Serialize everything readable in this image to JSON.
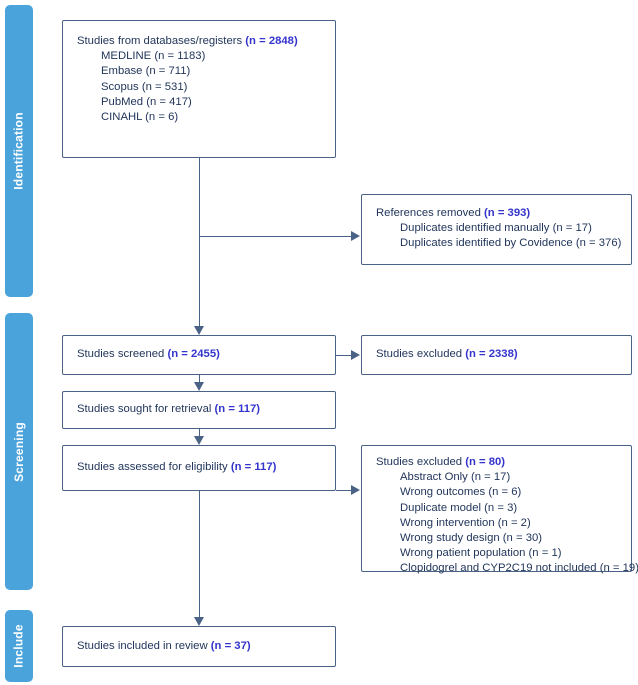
{
  "diagram": {
    "title": "PRISMA flow diagram",
    "colors": {
      "phase_bar": "#4BA3DB",
      "box_border": "#4A6285",
      "body_text": "#22365B",
      "count_accent": "#3434CC",
      "background": "#FFFFFF"
    }
  },
  "phases": [
    {
      "id": "identification",
      "label": "Identification"
    },
    {
      "id": "screening",
      "label": "Screening"
    },
    {
      "id": "included",
      "label": "Include"
    }
  ],
  "boxes": {
    "identification_sources": {
      "heading": "Studies from databases/registers",
      "heading_count": "(n = 2848)",
      "items": [
        {
          "label": "MEDLINE",
          "count": "(n = 1183)"
        },
        {
          "label": "Embase",
          "count": "(n = 711)"
        },
        {
          "label": "Scopus",
          "count": "(n = 531)"
        },
        {
          "label": "PubMed",
          "count": "(n = 417)"
        },
        {
          "label": "CINAHL",
          "count": "(n = 6)"
        }
      ]
    },
    "references_removed": {
      "heading": "References removed",
      "heading_count": "(n = 393)",
      "items": [
        {
          "label": "Duplicates identified manually",
          "count": "(n = 17)"
        },
        {
          "label": "Duplicates identified by Covidence",
          "count": "(n = 376)"
        }
      ]
    },
    "studies_screened": {
      "heading": "Studies screened",
      "heading_count": "(n = 2455)"
    },
    "studies_excluded_screening": {
      "heading": "Studies excluded",
      "heading_count": "(n = 2338)"
    },
    "studies_sought": {
      "heading": "Studies sought for retrieval",
      "heading_count": "(n = 117)"
    },
    "studies_assessed": {
      "heading": "Studies assessed for eligibility",
      "heading_count": "(n = 117)"
    },
    "studies_excluded_eligibility": {
      "heading": "Studies excluded",
      "heading_count": "(n = 80)",
      "items": [
        {
          "label": "Abstract Only",
          "count": "(n = 17)"
        },
        {
          "label": "Wrong outcomes",
          "count": "(n = 6)"
        },
        {
          "label": "Duplicate model",
          "count": "(n = 3)"
        },
        {
          "label": "Wrong intervention",
          "count": "(n = 2)"
        },
        {
          "label": "Wrong study design",
          "count": "(n = 30)"
        },
        {
          "label": "Wrong patient population",
          "count": "(n = 1)"
        },
        {
          "label": "Clopidogrel and CYP2C19 not included",
          "count": "(n = 19)"
        }
      ]
    },
    "studies_included": {
      "heading": "Studies included in review",
      "heading_count": "(n = 37)"
    }
  }
}
